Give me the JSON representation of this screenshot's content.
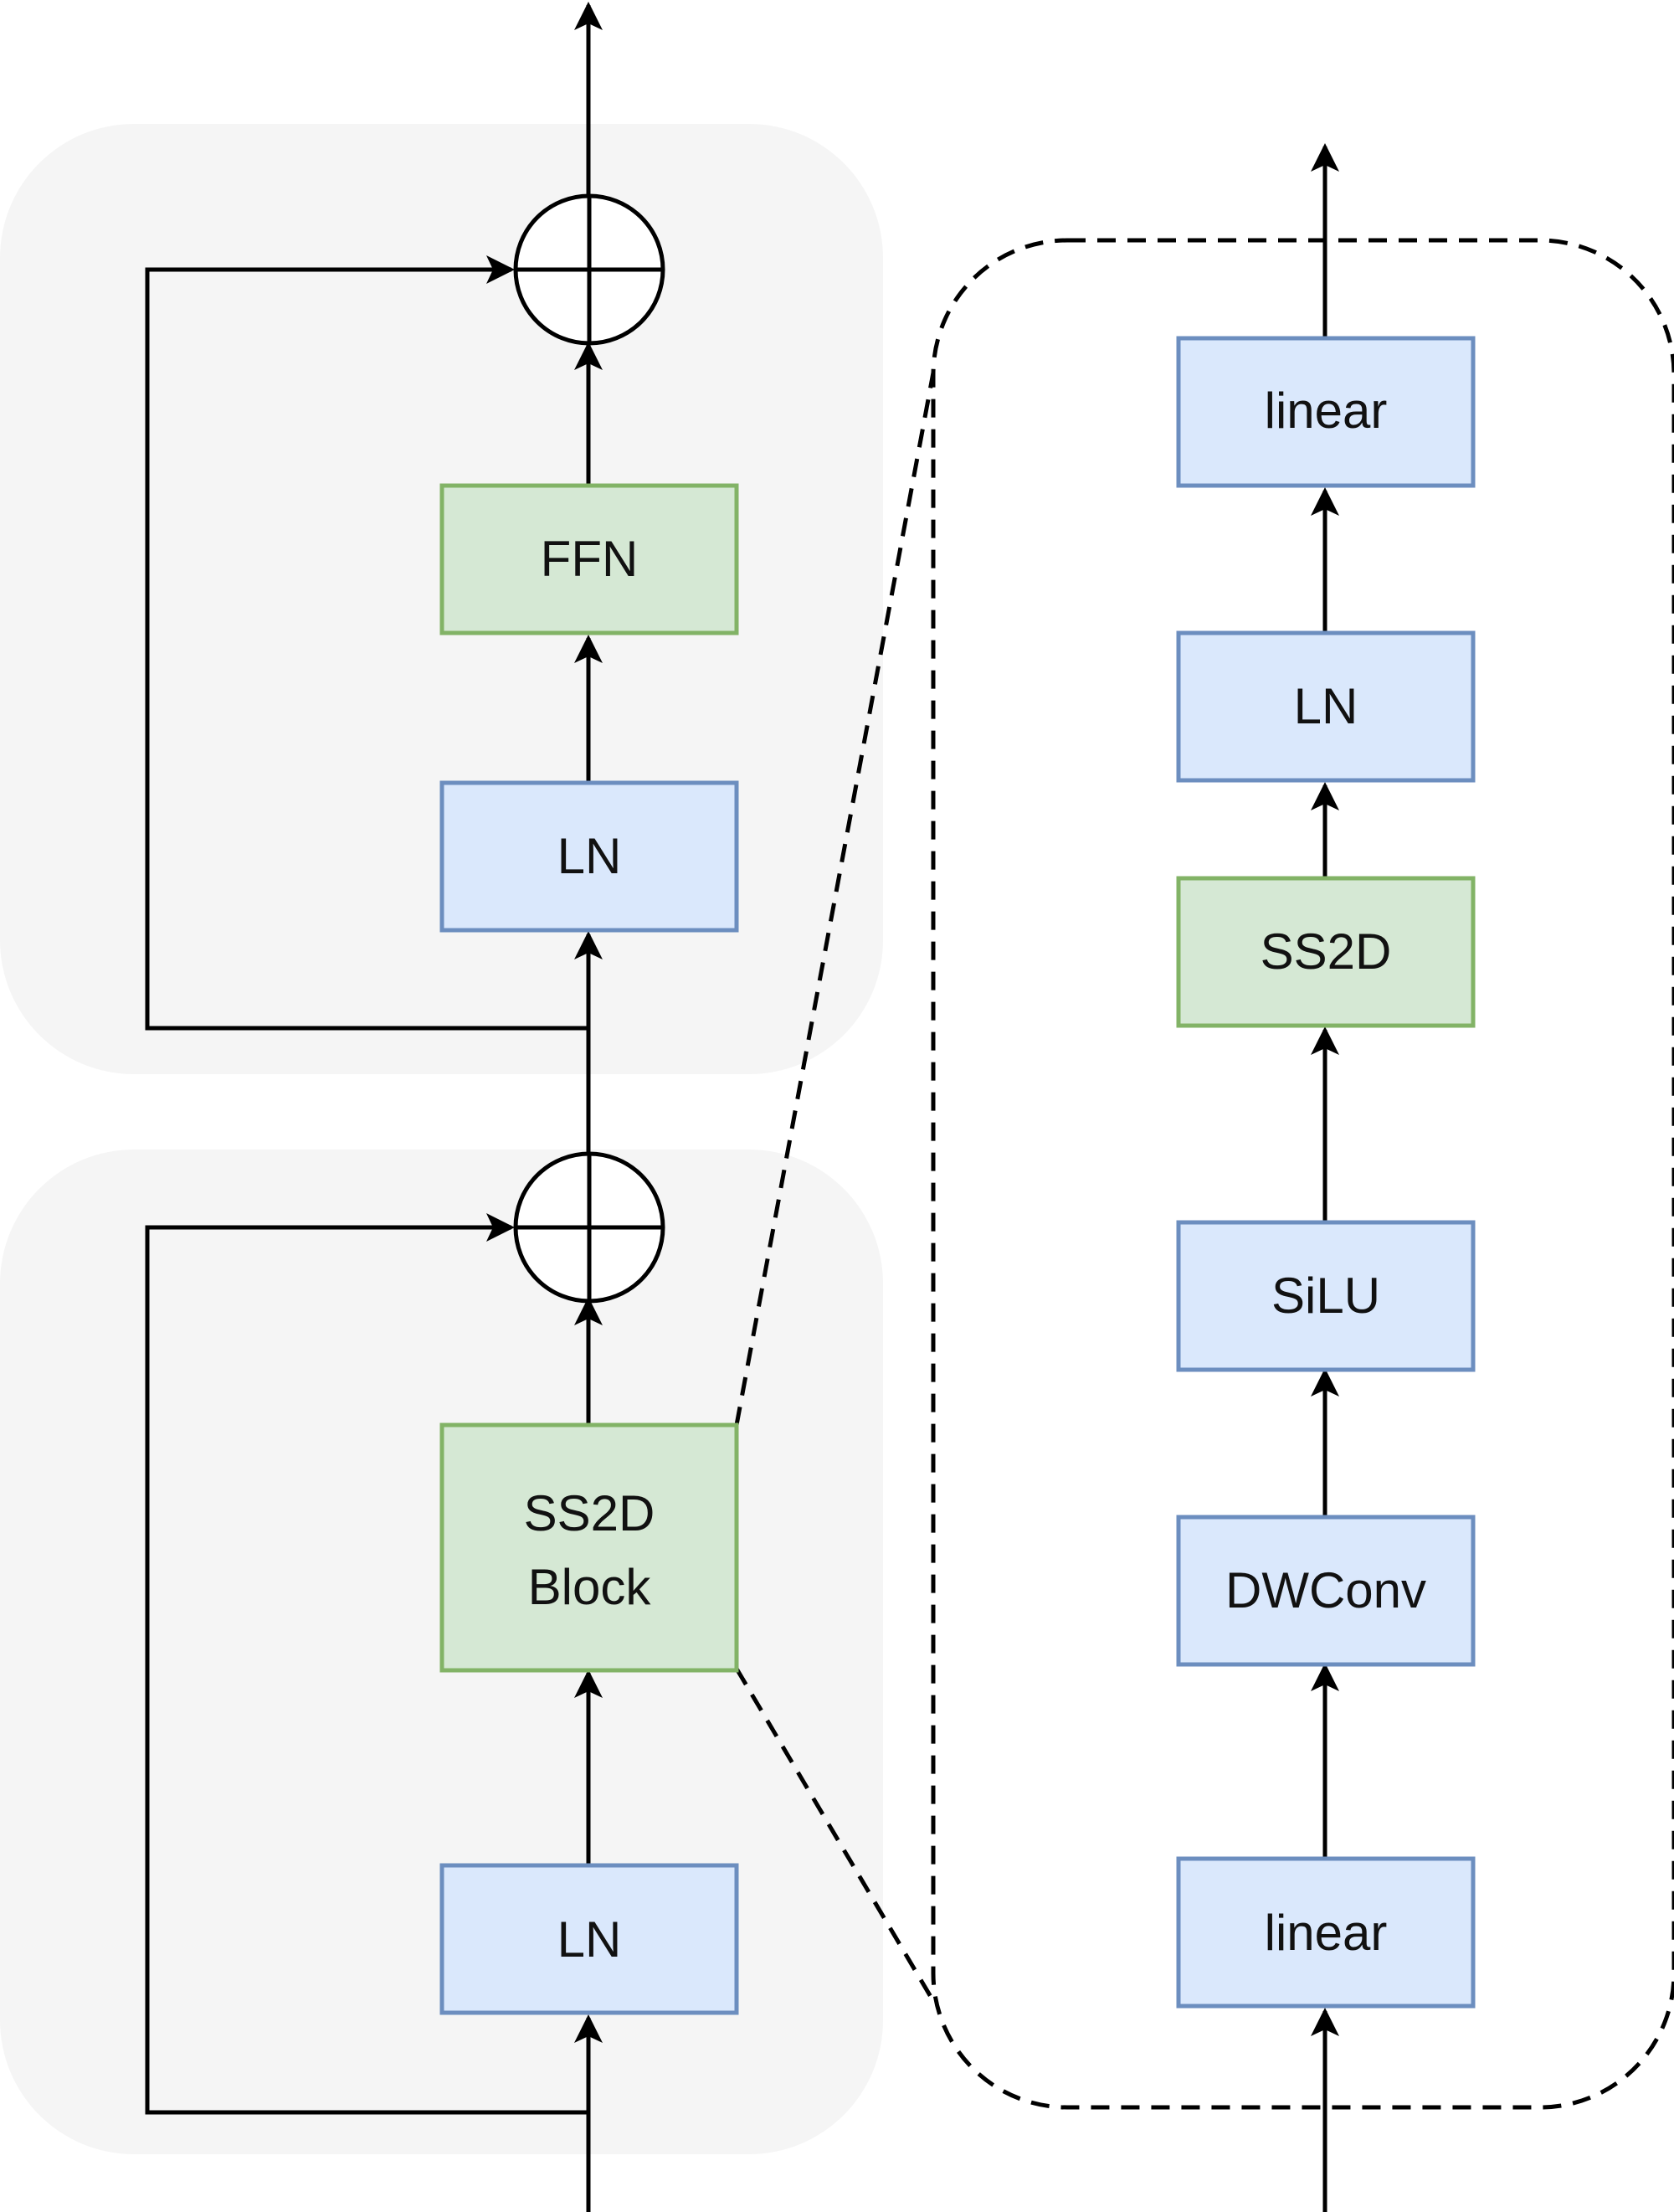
{
  "colors": {
    "block_blue_fill": "#dae8fc",
    "block_blue_stroke": "#6c8ebf",
    "block_green_fill": "#d5e8d4",
    "block_green_stroke": "#82b366",
    "group_bg": "#f5f5f5",
    "line": "#000000"
  },
  "left": {
    "upper": {
      "ffn": "FFN",
      "ln": "LN"
    },
    "lower": {
      "ss2d_block_line1": "SS2D",
      "ss2d_block_line2": "Block",
      "ln": "LN"
    }
  },
  "right": {
    "linear_top": "linear",
    "ln": "LN",
    "ss2d": "SS2D",
    "silu": "SiLU",
    "dwconv": "DWConv",
    "linear_bottom": "linear"
  }
}
